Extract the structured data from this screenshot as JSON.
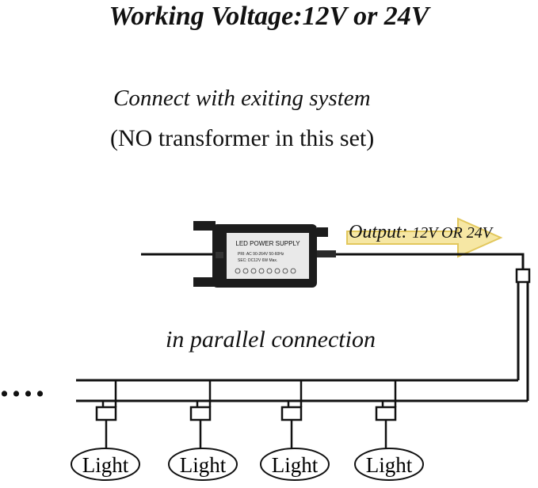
{
  "title": "Working Voltage:12V or 24V",
  "subtitle_line1": "Connect with exiting system",
  "subtitle_line2": "(NO transformer in this set)",
  "output": {
    "word": "Output:",
    "value": "12V OR 24V"
  },
  "parallel_label": "in parallel connection",
  "continuation": "....",
  "power_supply": {
    "label": "LED POWER SUPPLY",
    "specs": [
      "PRI: AC 90-264V 50-60Hz",
      "SEC: DC12V     6W Max."
    ]
  },
  "lights": [
    {
      "label": "Light"
    },
    {
      "label": "Light"
    },
    {
      "label": "Light"
    },
    {
      "label": "Light"
    }
  ],
  "colors": {
    "wire": "#111111",
    "arrow_fill": "#f6e7a4",
    "arrow_stroke": "#e2c75c",
    "psu_body": "#1c1c1c",
    "psu_label": "#e9e9e9"
  }
}
